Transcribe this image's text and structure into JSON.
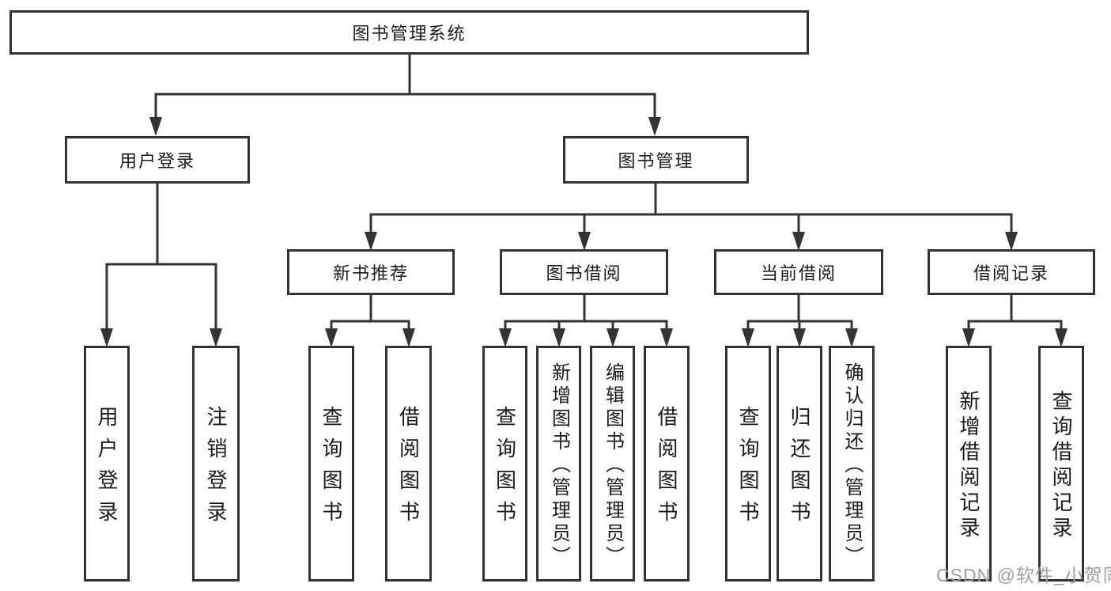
{
  "colors": {
    "line": "#333333",
    "box_border": "#333333",
    "text": "#1a1a1a",
    "background": "#ffffff",
    "watermark": "#9e9e9e"
  },
  "watermark": {
    "text": "CSDN @软件_小贺同学"
  },
  "tree": {
    "root": "图书管理系统",
    "children": [
      {
        "label": "用户登录",
        "children": [
          {
            "label": "用户登录"
          },
          {
            "label": "注销登录"
          }
        ]
      },
      {
        "label": "图书管理",
        "children": [
          {
            "label": "新书推荐",
            "children": [
              {
                "label": "查询图书"
              },
              {
                "label": "借阅图书"
              }
            ]
          },
          {
            "label": "图书借阅",
            "children": [
              {
                "label": "查询图书"
              },
              {
                "label": "新增图书（管理员）"
              },
              {
                "label": "编辑图书（管理员）"
              },
              {
                "label": "借阅图书"
              }
            ]
          },
          {
            "label": "当前借阅",
            "children": [
              {
                "label": "查询图书"
              },
              {
                "label": "归还图书"
              },
              {
                "label": "确认归还（管理员）"
              }
            ]
          },
          {
            "label": "借阅记录",
            "children": [
              {
                "label": "新增借阅记录"
              },
              {
                "label": "查询借阅记录"
              }
            ]
          }
        ]
      }
    ]
  }
}
